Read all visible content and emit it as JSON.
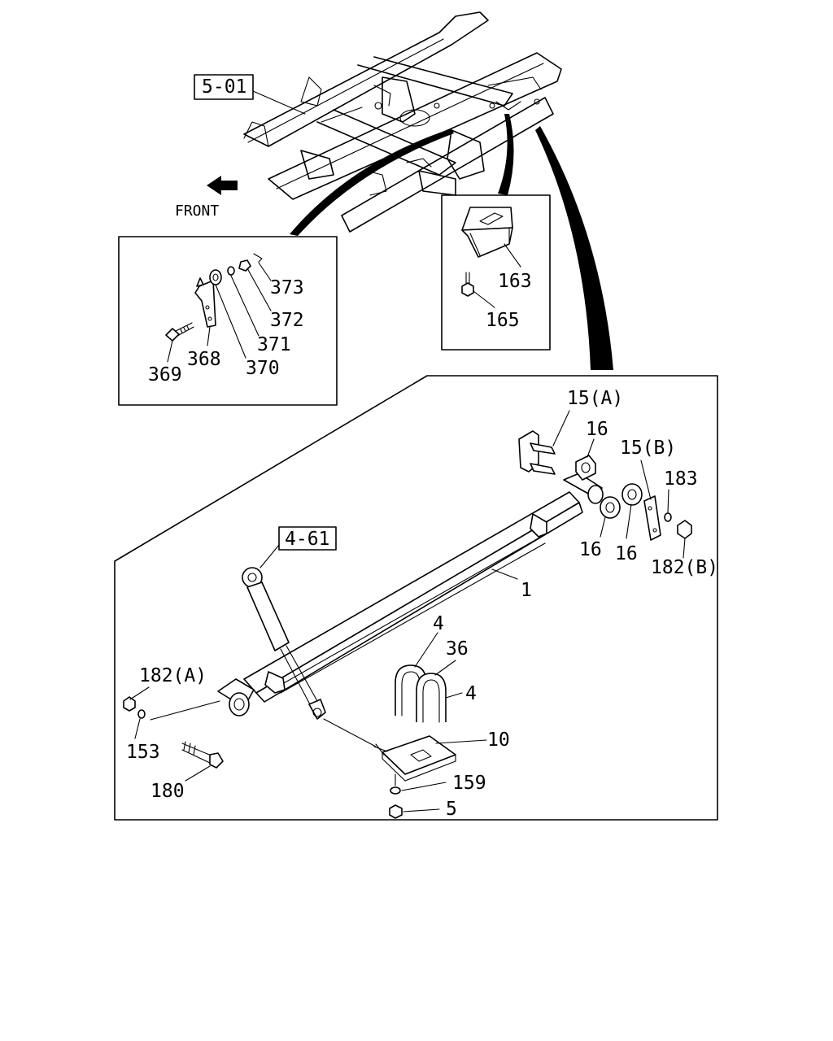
{
  "direction_label": "FRONT",
  "ref_boxes": {
    "frame": "5-01",
    "shock": "4-61"
  },
  "bracket_parts": {
    "p373": "373",
    "p372": "372",
    "p371": "371",
    "p370": "370",
    "p368": "368",
    "p369": "369"
  },
  "bumper_parts": {
    "p163": "163",
    "p165": "165"
  },
  "spring_parts": {
    "p15a": "15(A)",
    "p16_top": "16",
    "p15b": "15(B)",
    "p183": "183",
    "p16_left": "16",
    "p16_right": "16",
    "p182b": "182(B)",
    "p1": "1",
    "p4_top": "4",
    "p36": "36",
    "p4_right": "4",
    "p182a": "182(A)",
    "p153": "153",
    "p10": "10",
    "p180": "180",
    "p159": "159",
    "p5": "5"
  }
}
